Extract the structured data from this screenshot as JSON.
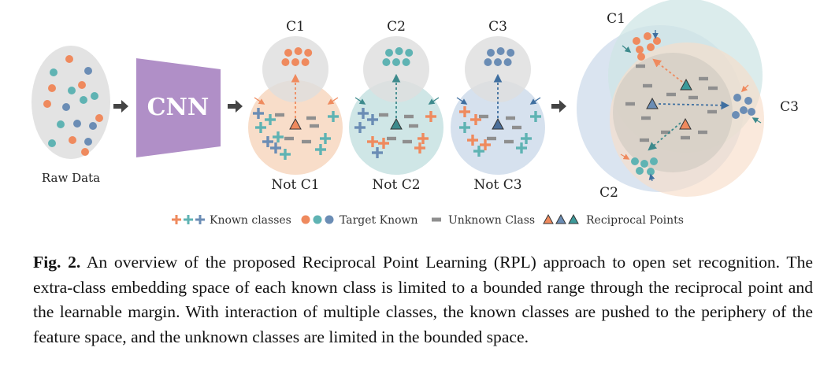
{
  "figure": {
    "raw_data_label": "Raw Data",
    "cnn_label": "CNN",
    "panels": [
      {
        "class_label": "C1",
        "not_label": "Not C1"
      },
      {
        "class_label": "C2",
        "not_label": "Not C2"
      },
      {
        "class_label": "C3",
        "not_label": "Not C3"
      }
    ],
    "combined": {
      "c1_label": "C1",
      "c2_label": "C2",
      "c3_label": "C3"
    },
    "legend": {
      "known_classes": "Known classes",
      "target_known": "Target Known",
      "unknown_class": "Unknown Class",
      "reciprocal_points": "Reciprocal Points"
    },
    "colors": {
      "orange": "#ef8a5e",
      "teal": "#5fb3b3",
      "blue": "#6b8db5",
      "dark_teal": "#3d8a8c",
      "cnn_purple": "#b08fc7",
      "gray": "#8f8f8f"
    }
  },
  "caption": {
    "label": "Fig. 2.",
    "text": "An overview of the proposed Reciprocal Point Learning (RPL) approach to open set recognition. The extra-class embedding space of each known class is limited to a bounded range through the reciprocal point and the learnable margin. With interaction of multiple classes, the known classes are pushed to the periphery of the feature space, and the unknown classes are limited in the bounded space."
  }
}
